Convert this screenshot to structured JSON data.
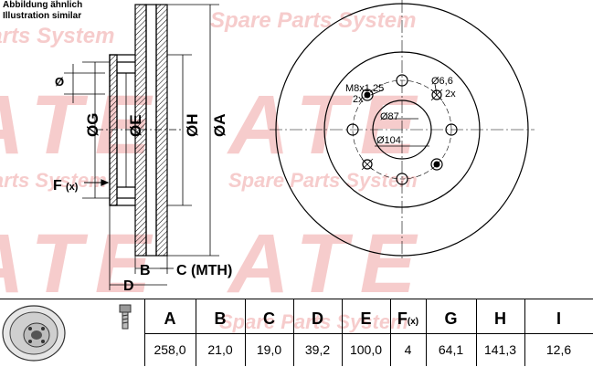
{
  "notes": {
    "line1": "Abbildung ähnlich",
    "line2": "Illustration similar"
  },
  "watermark": {
    "brand": "ATE",
    "tagline": "Spare Parts System",
    "color": "#f3b8b8"
  },
  "side_view": {
    "labels": {
      "phi_small": "Ø",
      "G": "ØG",
      "E": "ØE",
      "H": "ØH",
      "A": "ØA",
      "F": "F",
      "F_sub": "(x)",
      "B": "B",
      "C": "C (MTH)",
      "D": "D"
    }
  },
  "front_view": {
    "labels": {
      "thread": "M8x1,25",
      "thread_count": "2x",
      "hole": "Ø6,6",
      "hole_count": "2x",
      "hub": "Ø87",
      "pcd": "Ø104"
    }
  },
  "table": {
    "headers": [
      "A",
      "B",
      "C",
      "D",
      "E",
      "F",
      "G",
      "H",
      "I"
    ],
    "f_sub": "(x)",
    "values": [
      "258,0",
      "21,0",
      "19,0",
      "39,2",
      "100,0",
      "4",
      "64,1",
      "141,3",
      "12,6"
    ]
  }
}
